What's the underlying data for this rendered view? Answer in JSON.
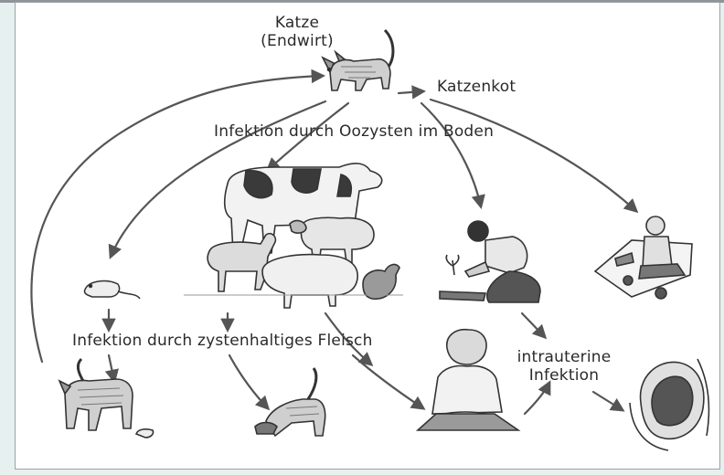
{
  "labels": {
    "cat_host_line1": "Katze",
    "cat_host_line2": "(Endwirt)",
    "cat_feces": "Katzenkot",
    "soil_infection": "Infektion durch Oozysten im Boden",
    "meat_infection": "Infektion durch zystenhaltiges Fleisch",
    "intrauterine_line1": "intrauterine",
    "intrauterine_line2": "Infektion"
  },
  "illustrations": [
    "cat-definitive-host",
    "farm-animals-group",
    "gardening-woman",
    "child-in-sandbox",
    "mouse",
    "cat-with-mouse",
    "cat-eating",
    "woman-eating",
    "fetus-in-uterus"
  ],
  "colors": {
    "ink": "#3a3a3a",
    "arrow": "#555555",
    "frame": "#9aa3a6",
    "background": "#e6f1ef"
  }
}
